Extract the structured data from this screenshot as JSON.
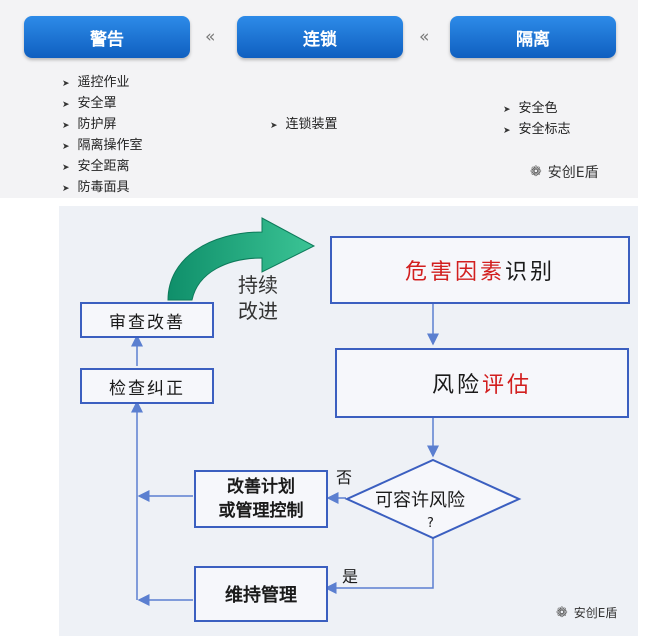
{
  "top": {
    "warning_label": "警告",
    "interlock_label": "连锁",
    "isolation_label": "隔离",
    "chevron_glyph": "«",
    "warning_items": [
      "遥控作业",
      "安全罩",
      "防护屏",
      "隔离操作室",
      "安全距离",
      "防毒面具"
    ],
    "interlock_items": [
      "连锁装置"
    ],
    "isolation_items": [
      "安全色",
      "安全标志"
    ],
    "watermark": "安创E盾"
  },
  "flow": {
    "hazard_id": {
      "black": "危害因素",
      "red": "识别"
    },
    "risk_assess": {
      "black": "风险",
      "red": "评估"
    },
    "tolerable": "可容许风险",
    "question_mark": "?",
    "no_label": "否",
    "yes_label": "是",
    "improve_plan": [
      "改善计划",
      "或管理控制"
    ],
    "maintain": "维持管理",
    "check_correct": "检查纠正",
    "review_improve": "审查改善",
    "continuous": [
      "持续",
      "改进"
    ],
    "watermark": "安创E盾"
  },
  "colors": {
    "accent_blue": "#1a6fd6",
    "flow_blue": "#3b5fc0",
    "highlight_red": "#d21f1f",
    "arc_green": "#1fa37a"
  }
}
